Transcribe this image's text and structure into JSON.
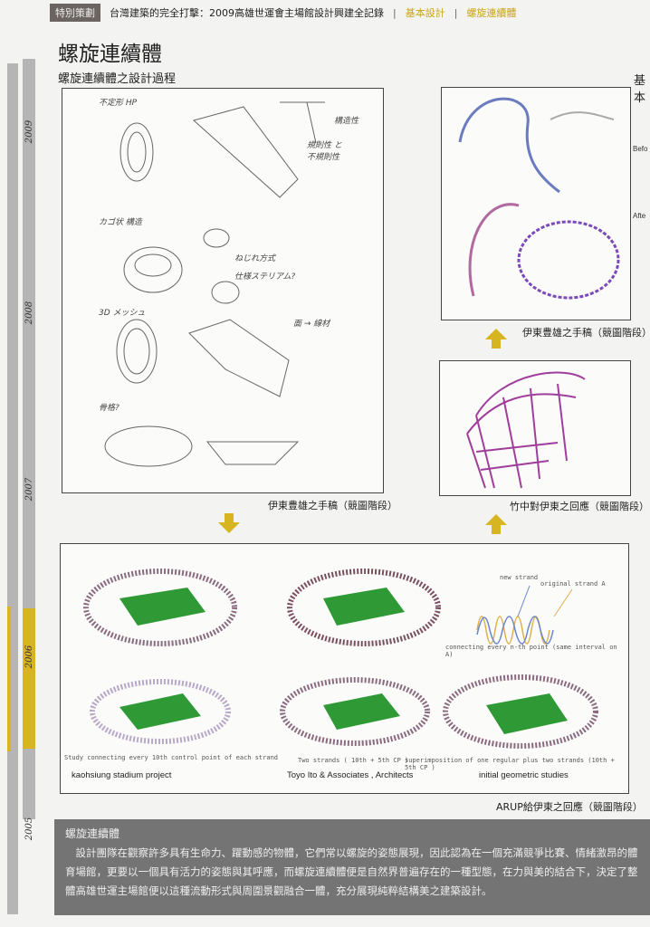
{
  "header": {
    "tag": "特別策劃",
    "series_title": "台灣建築的完全打擊：2009高雄世運會主場館設計興建全記錄",
    "section": "基本設計",
    "subsection": "螺旋連續體"
  },
  "title": "螺旋連續體",
  "subtitle": "螺旋連續體之設計過程",
  "timeline": [
    "2009",
    "2008",
    "2007",
    "2006",
    "2005"
  ],
  "sketch_notes": [
    "不定形 HP",
    "カゴ状 構造",
    "3D メッシュ",
    "骨格?",
    "構造性",
    "規則性 と 不規則性",
    "ねじれ方式",
    "仕様ステリアム?",
    "面 → 線材"
  ],
  "figures": {
    "ito_sketch_caption": "伊東豊雄之手稿（競圖階段）",
    "ito_sketch2_caption": "伊東豊雄之手稿（競圖階段）",
    "takenaka_caption": "竹中對伊東之回應（競圖階段）",
    "arup_caption": "ARUP給伊東之回應（競圖階段）",
    "arup": {
      "new_strand": "new strand",
      "original_strand": "original strand A",
      "connecting_note": "connecting every n-th point (same interval on A)",
      "study1": "Study connecting every 10th control point of each strand",
      "study2": "Two strands ( 10th + 5th CP )",
      "study3": "superimposition of one regular plus two strands (10th + 5th CP )",
      "label1": "kaohsiung stadium project",
      "label2": "Toyo Ito & Associates , Architects",
      "label3": "initial geometric studies"
    }
  },
  "edge_text": {
    "next_page": "基本",
    "before": "Befo",
    "after": "Afte"
  },
  "panel": {
    "title": "螺旋連續體",
    "body": "　設計團隊在觀察許多具有生命力、躍動感的物體，它們常以螺旋的姿態展現，因此認為在一個充滿競爭比賽、情緒激昂的體育場館，更要以一個具有活力的姿態與其呼應，而螺旋連續體便是自然界普遍存在的一種型態，在力與美的結合下，決定了整體高雄世運主場館便以這種流動形式與周圍景觀融合一體，充分展現純粹結構美之建築設計。"
  },
  "colors": {
    "accent": "#c9a514",
    "panel": "#747474",
    "field": "#2f9a35"
  }
}
